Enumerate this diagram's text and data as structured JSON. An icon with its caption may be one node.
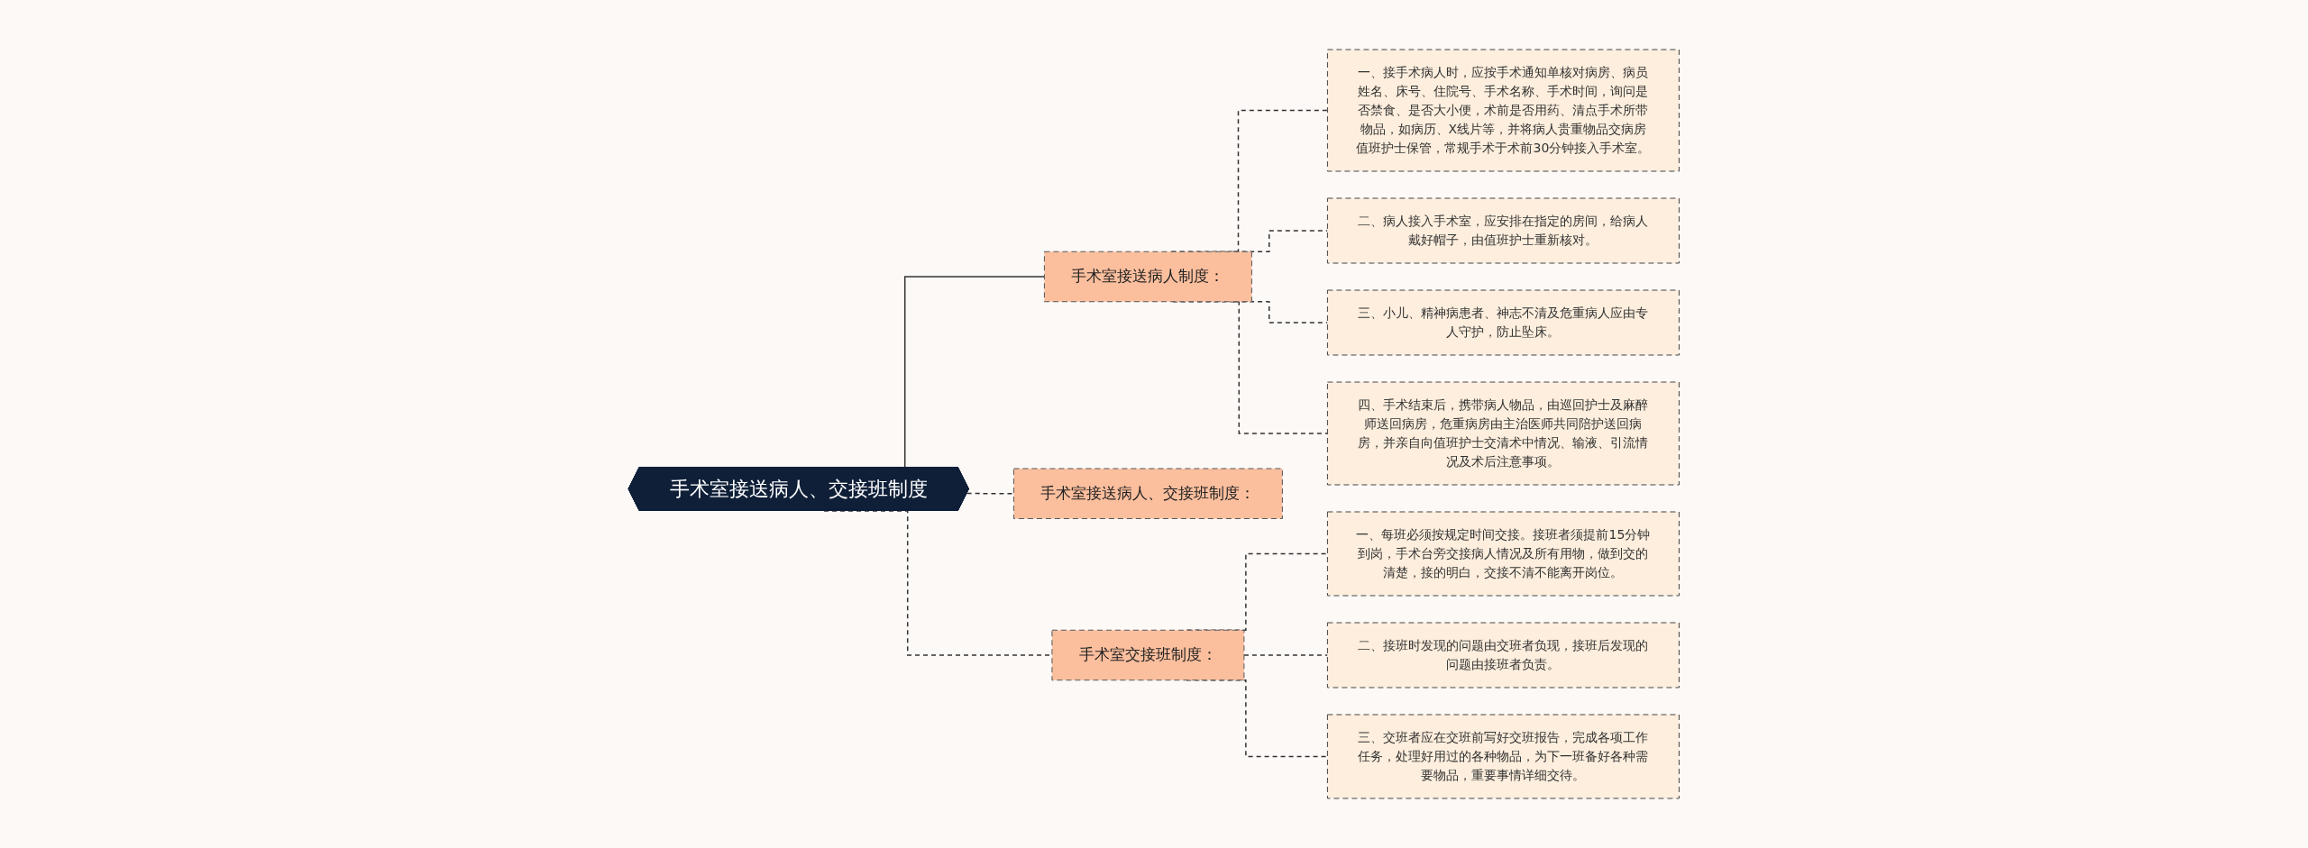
{
  "diagram": {
    "nodes": [
      {
        "text": [
          "手术室接送病人、交接班制度"
        ]
      },
      {
        "text": [
          "手术室接送病人制度："
        ]
      },
      {
        "text": [
          "一、接手术病人时，应按手术通知单核对病房、病员姓名、床号、住院号、手术名称、手术时间，询问是否禁食、是否大小便，术前是否用药、清点手术所带物品，如病历、X线片等，并将病人贵重物品交病房值班护士保管，常规手术于术前30分钟接入手术室。"
        ]
      },
      {
        "text": [
          "二、病人接入手术室，应安排在指定的房间，给病人戴好帽子，由值班护士重新核对。"
        ]
      },
      {
        "text": [
          "三、小儿、精神病患者、神志不清及危重病人应由专人守护，防止坠床。"
        ]
      },
      {
        "text": [
          "四、手术结束后，携带病人物品，由巡回护士及麻醉师送回病房，危重病房由主治医师共同陪护送回病房，并亲自向值班护士交清术中情况、输液、引流情况及术后注意事项。"
        ]
      },
      {
        "text": [
          "手术室接送病人、交接班制度："
        ]
      },
      {
        "text": [
          "手术室交接班制度："
        ]
      },
      {
        "text": [
          "一、每班必须按规定时间交接。接班者须提前15分钟到岗，手术台旁交接病人情况及所有用物，做到交的清楚，接的明白，交接不清不能离开岗位。"
        ]
      },
      {
        "text": [
          "二、接班时发现的问题由交班者负现，接班后发现的问题由接班者负责。"
        ]
      },
      {
        "text": [
          "三、交班者应在交班前写好交班报告，完成各项工作任务，处理好用过的各种物品，为下一班备好各种需要物品，重要事情详细交待。"
        ]
      }
    ],
    "edges": [
      {
        "from": 0,
        "to": 1,
        "arrow": "none"
      },
      {
        "from": 1,
        "to": 2,
        "arrow": "none",
        "style": "dashed"
      },
      {
        "from": 1,
        "to": 3,
        "arrow": "none",
        "style": "dashed"
      },
      {
        "from": 1,
        "to": 4,
        "arrow": "none",
        "style": "dashed"
      },
      {
        "from": 1,
        "to": 5,
        "arrow": "none",
        "style": "dashed"
      },
      {
        "from": 0,
        "to": 6,
        "arrow": "none",
        "style": "dashed"
      },
      {
        "from": 0,
        "to": 7,
        "arrow": "none",
        "style": "dashed"
      },
      {
        "from": 7,
        "to": 8,
        "arrow": "none",
        "style": "dashed"
      },
      {
        "from": 7,
        "to": 9,
        "arrow": "none",
        "style": "dashed"
      },
      {
        "from": 7,
        "to": 10,
        "arrow": "none",
        "style": "dashed"
      }
    ]
  }
}
